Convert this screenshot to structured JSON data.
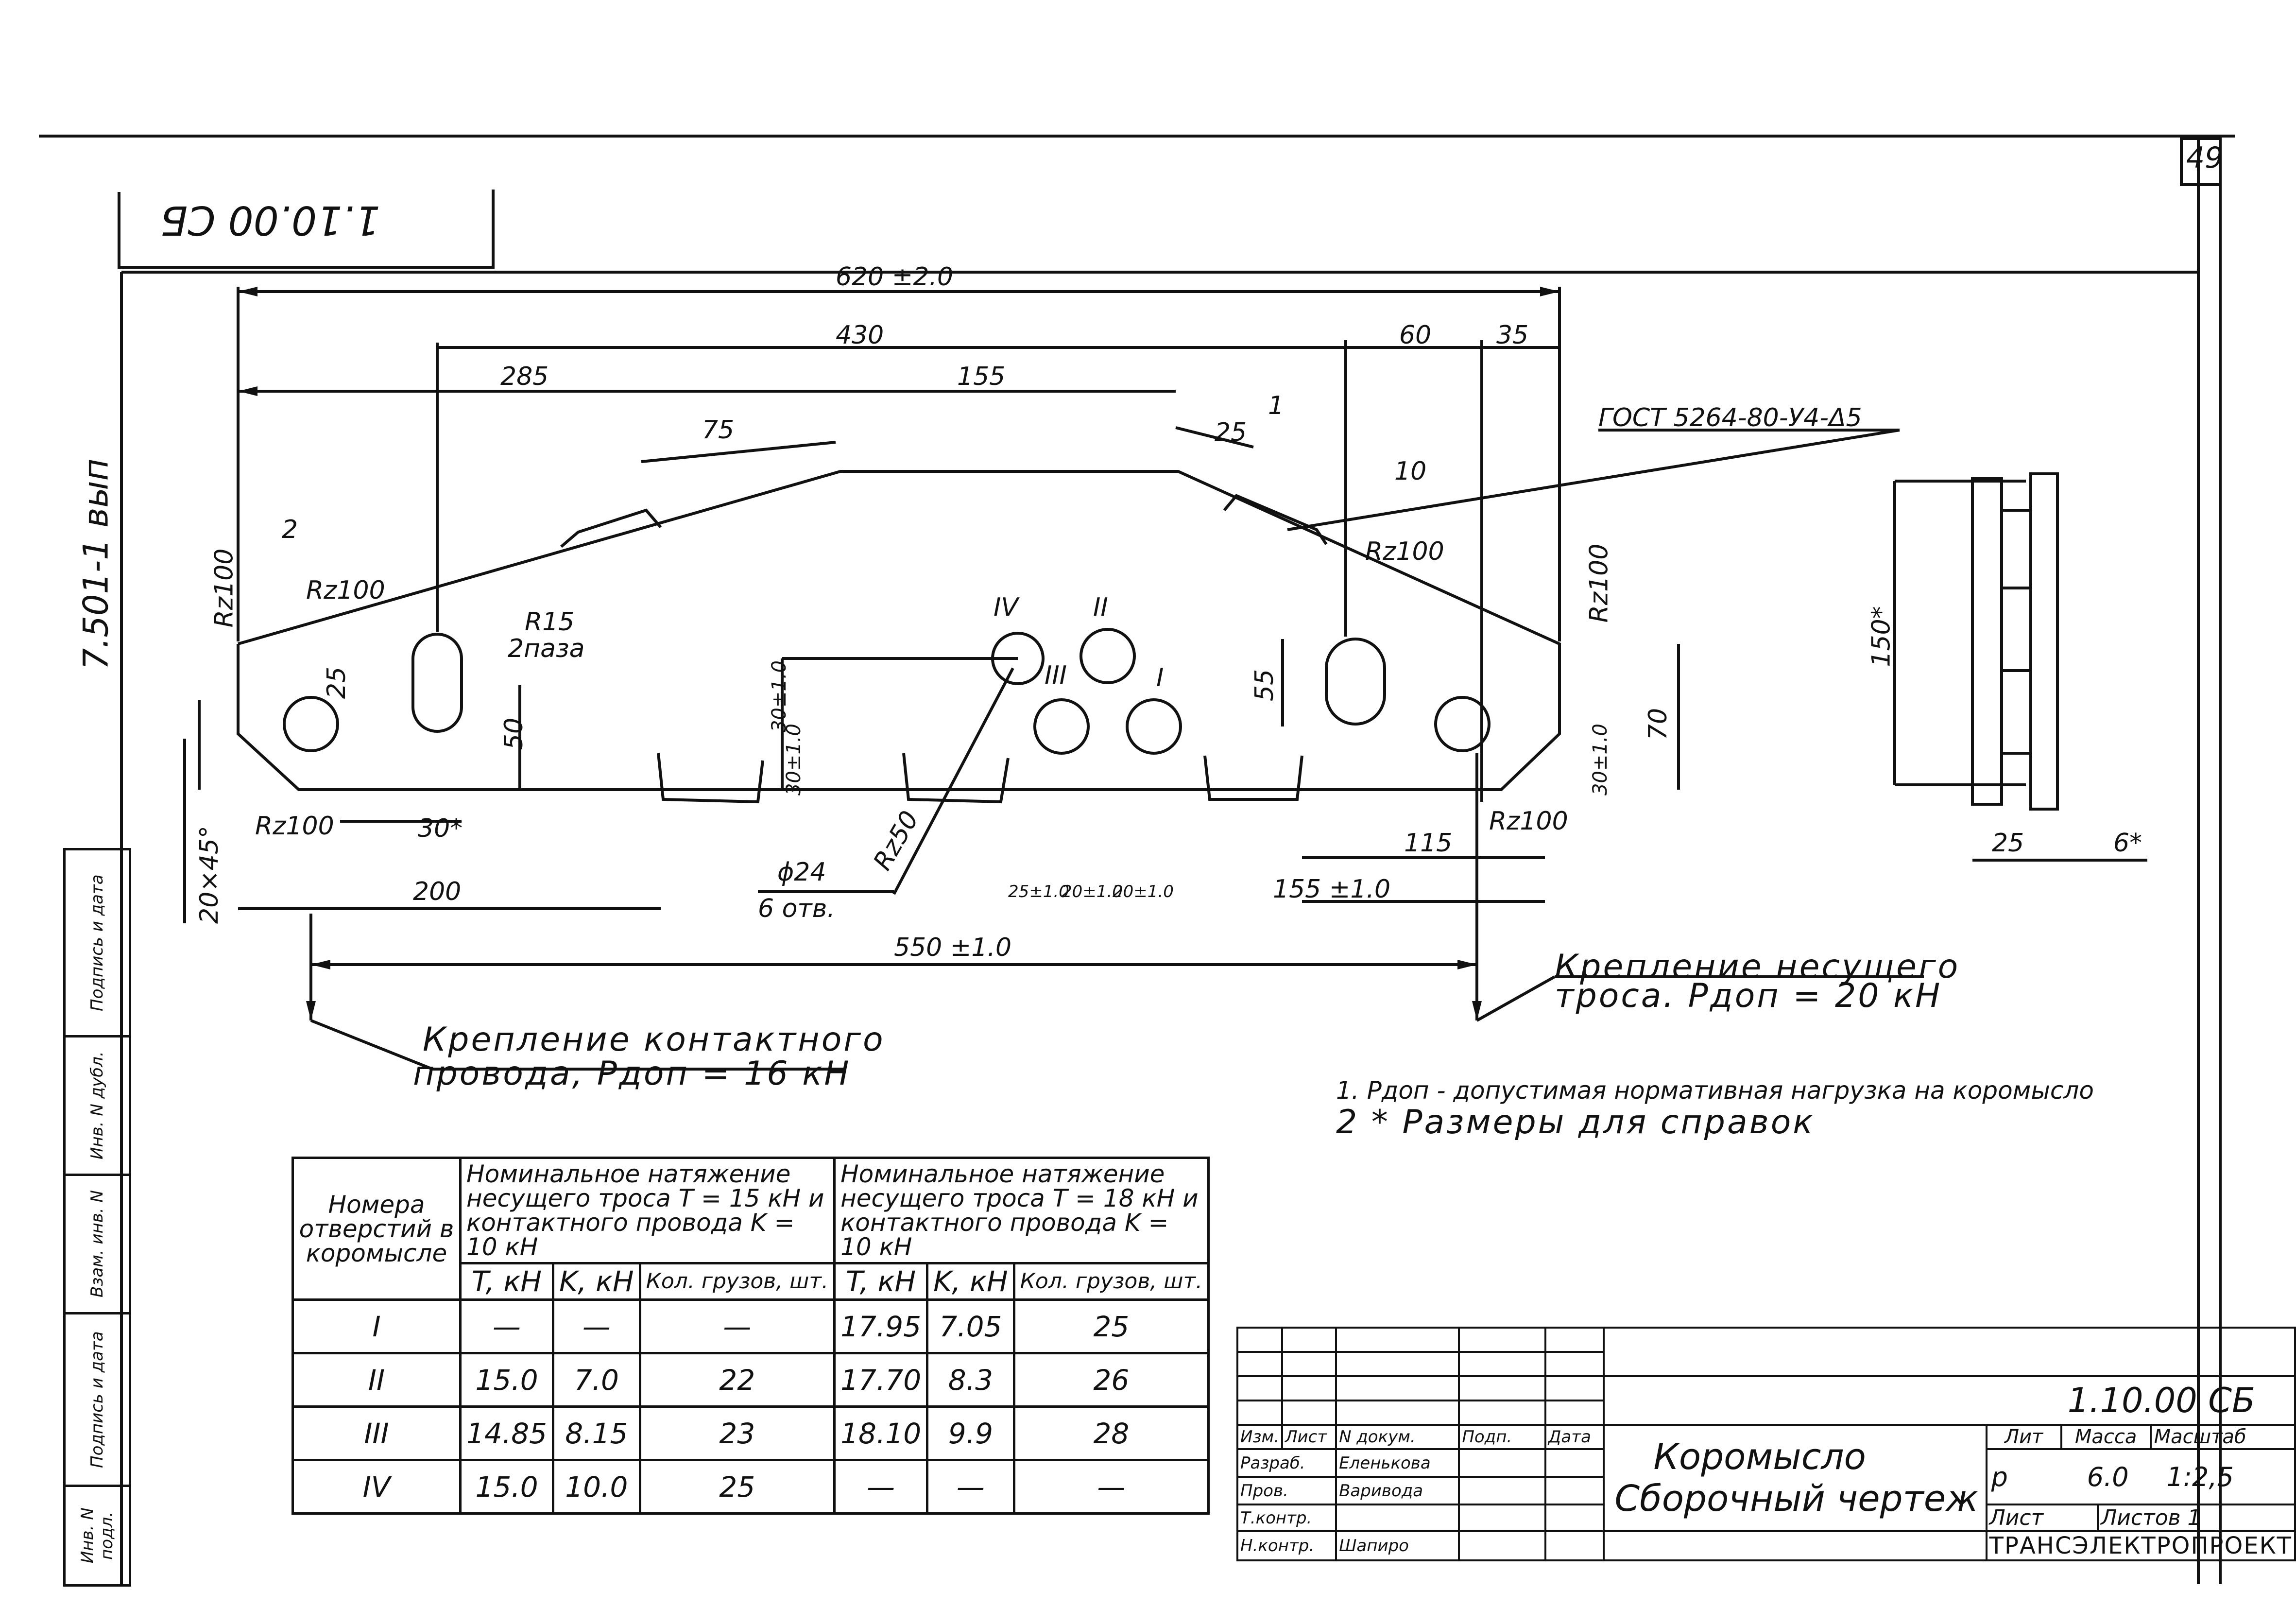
{
  "page_number": "49",
  "doc_code_top": "1.10.00 СБ",
  "side_ref": "7.501-1 вып",
  "dimensions": {
    "overall": "620 ±2.0",
    "d430": "430",
    "d60": "60",
    "d35": "35",
    "d285": "285",
    "d155": "155",
    "d75": "75",
    "d25a": "25",
    "d1": "1",
    "d10": "10",
    "gost": "ГОСТ 5264-80-У4-Δ5",
    "rz_left": "Rz100",
    "rz_mid": "Rz100",
    "rz_right": "Rz100",
    "rz_right2": "Rz100",
    "rz_bot_left": "Rz100",
    "rz_bot_right": "Rz100",
    "rz_hole": "Rz50",
    "n2": "2",
    "r15": "R15",
    "slots": "2паза",
    "d25b": "25",
    "d50": "50",
    "d30star": "30*",
    "d20x45": "20×45°",
    "d200": "200",
    "phi24": "ϕ24",
    "holes6": "6 отв.",
    "d550": "550 ±1.0",
    "d155tol": "155 ±1.0",
    "d115": "115",
    "d55": "55",
    "d70": "70",
    "d30tol": "30±1.0",
    "d30tol2": "30±1.0",
    "d30tol3": "30±1.0",
    "d25small": "25±1.0",
    "d20small": "20±1.0",
    "d20small2": "20±1.0",
    "d150": "150*",
    "d25side": "25",
    "d6": "6*",
    "roman_iv": "IV",
    "roman_ii": "II",
    "roman_iii": "III",
    "roman_i": "I"
  },
  "labels": {
    "contact_wire": "Крепление контактного",
    "contact_wire2": "провода,   Pдоп = 16 кН",
    "carrier": "Крепление несущего",
    "carrier2": "троса.   Pдоп = 20 кН",
    "note1": "1. Pдоп - допустимая нормативная нагрузка на коромысло",
    "note2": "2 *    Размеры для справок"
  },
  "load_table": {
    "h_col1": "Номера отверстий в коромысле",
    "h_group1": "Номинальное натяжение несущего троса T = 15 кН и контактного провода K = 10 кН",
    "h_group2": "Номинальное натяжение несущего троса T = 18 кН и контактного провода K = 10 кН",
    "h_t": "T, кН",
    "h_k": "K, кН",
    "h_n": "Кол. грузов, шт.",
    "rows": [
      [
        "I",
        "—",
        "—",
        "—",
        "17.95",
        "7.05",
        "25"
      ],
      [
        "II",
        "15.0",
        "7.0",
        "22",
        "17.70",
        "8.3",
        "26"
      ],
      [
        "III",
        "14.85",
        "8.15",
        "23",
        "18.10",
        "9.9",
        "28"
      ],
      [
        "IV",
        "15.0",
        "10.0",
        "25",
        "—",
        "—",
        "—"
      ]
    ]
  },
  "title_block": {
    "code": "1.10.00 СБ",
    "name1": "Коромысло",
    "name2": "Сборочный чертеж",
    "h_lit": "Лит",
    "h_mass": "Масса",
    "h_scale": "Масштаб",
    "lit": "р",
    "mass": "6.0",
    "scale": "1:2,5",
    "sheet": "Лист",
    "sheets": "Листов 1",
    "org": "ТРАНСЭЛЕКТРОПРОЕКТ",
    "h_izm": "Изм.",
    "h_list": "Лист",
    "h_doc": "N докум.",
    "h_sign": "Подп.",
    "h_date": "Дата",
    "r_razrab": "Разраб.",
    "n_razrab": "Еленькова",
    "r_prov": "Пров.",
    "n_prov": "Варивода",
    "r_tkontr": "Т.контр.",
    "r_nkontr": "Н.контр.",
    "n_nkontr": "Шапиро"
  },
  "side_strip": {
    "s1": "Подпись и дата",
    "s2": "Инв. N дубл.",
    "s3": "Взам. инв. N",
    "s4": "Подпись и дата",
    "s5": "Инв. N подл."
  }
}
